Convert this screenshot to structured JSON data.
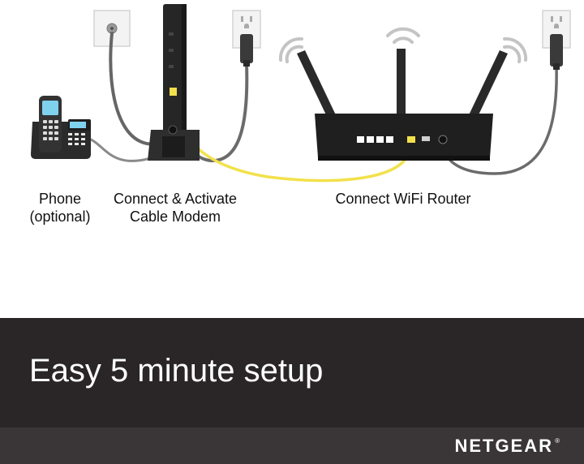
{
  "labels": {
    "phone_line1": "Phone",
    "phone_line2": "(optional)",
    "modem_line1": "Connect & Activate",
    "modem_line2": "Cable Modem",
    "router_line1": "Connect WiFi Router"
  },
  "banner": {
    "tagline": "Easy 5 minute setup"
  },
  "footer": {
    "brand": "NETGEAR",
    "registered_mark": "®"
  },
  "colors": {
    "ethernet_cable": "#f2e14c",
    "power_cable": "#6b6b6b",
    "device_body": "#262626",
    "banner_bg": "#2a2628",
    "footer_bg": "#3a3638",
    "wifi_arcs": "#bfbfbf",
    "phone_screen": "#7fd2ee"
  }
}
